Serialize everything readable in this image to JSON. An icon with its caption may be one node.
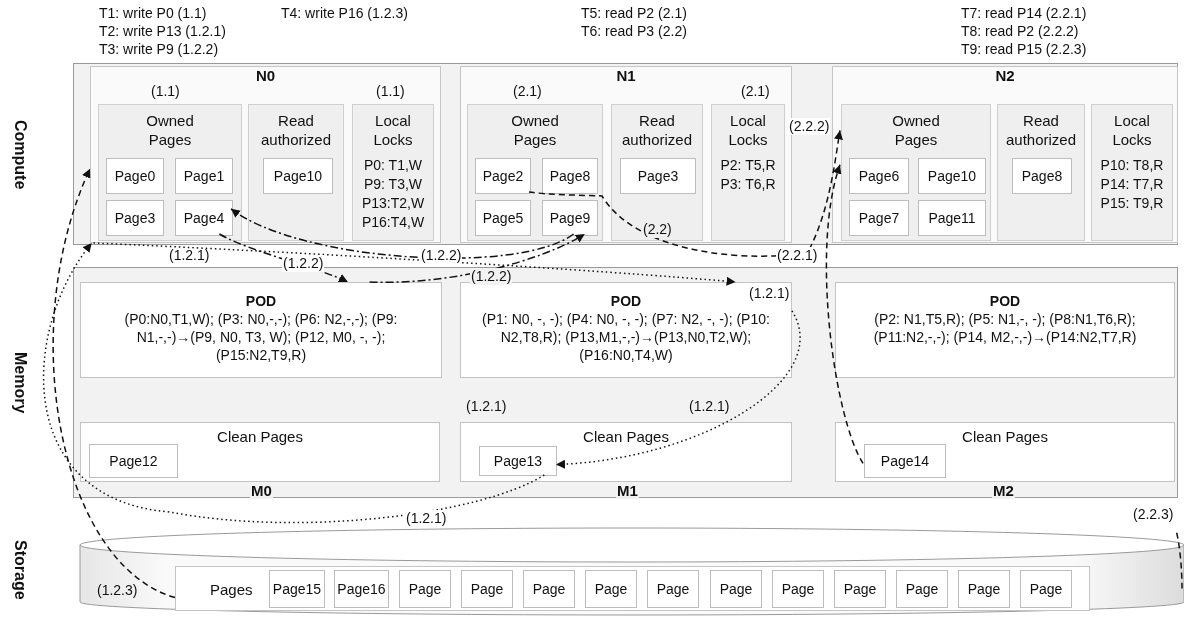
{
  "diagram": {
    "nodes": [
      {
        "text": [
          "Compute"
        ]
      },
      {
        "text": [
          "N0"
        ],
        "in": 0
      },
      {
        "text": [
          "Owned Pages"
        ],
        "in": 1
      },
      {
        "text": [
          "Page0"
        ],
        "in": 2
      },
      {
        "text": [
          "Page1"
        ],
        "in": 2
      },
      {
        "text": [
          "Page3"
        ],
        "in": 2
      },
      {
        "text": [
          "Page4"
        ],
        "in": 2
      },
      {
        "text": [
          "Read authorized"
        ],
        "in": 1
      },
      {
        "text": [
          "Page10"
        ],
        "in": 7
      },
      {
        "text": [
          "Local Locks",
          "P0: T1,W",
          "P9: T3,W",
          "P13:T2,W",
          "P16:T4,W"
        ],
        "in": 1
      },
      {
        "text": [
          "N1"
        ],
        "in": 0
      },
      {
        "text": [
          "Owned Pages"
        ],
        "in": 10
      },
      {
        "text": [
          "Page2"
        ],
        "in": 11
      },
      {
        "text": [
          "Page8"
        ],
        "in": 11
      },
      {
        "text": [
          "Page5"
        ],
        "in": 11
      },
      {
        "text": [
          "Page9"
        ],
        "in": 11
      },
      {
        "text": [
          "Read authorized"
        ],
        "in": 10
      },
      {
        "text": [
          "Page3"
        ],
        "in": 16
      },
      {
        "text": [
          "Local Locks",
          "P2: T5,R",
          "P3: T6,R"
        ],
        "in": 10
      },
      {
        "text": [
          "N2"
        ],
        "in": 0
      },
      {
        "text": [
          "Owned Pages"
        ],
        "in": 19
      },
      {
        "text": [
          "Page6"
        ],
        "in": 20
      },
      {
        "text": [
          "Page10"
        ],
        "in": 20
      },
      {
        "text": [
          "Page7"
        ],
        "in": 20
      },
      {
        "text": [
          "Page11"
        ],
        "in": 20
      },
      {
        "text": [
          "Read authorized"
        ],
        "in": 19
      },
      {
        "text": [
          "Page8"
        ],
        "in": 25
      },
      {
        "text": [
          "Local Locks",
          "P10: T8,R",
          "P14: T7,R",
          "P15: T9,R"
        ],
        "in": 19
      },
      {
        "text": [
          "Memory"
        ]
      },
      {
        "text": [
          "POD",
          "(P0:N0,T1,W); (P3: N0,-,-); (P6: N2,-,-); (P9: N1,-,-)→(P9, N0, T3, W); (P12, M0, -, -); (P15:N2,T9,R)"
        ],
        "in": 28
      },
      {
        "text": [
          "Clean Pages"
        ],
        "in": 28
      },
      {
        "text": [
          "Page12"
        ],
        "in": 30
      },
      {
        "text": [
          "POD",
          "(P1: N0, -, -); (P4: N0, -, -); (P7: N2, -, -); (P10: N2,T8,R); (P13,M1,-,-)→(P13,N0,T2,W); (P16:N0,T4,W)"
        ],
        "in": 28
      },
      {
        "text": [
          "Clean Pages"
        ],
        "in": 28
      },
      {
        "text": [
          "Page13"
        ],
        "in": 33
      },
      {
        "text": [
          "POD",
          "(P2: N1,T5,R); (P5: N1,-, -); (P8:N1,T6,R); (P11:N2,-,-); (P14, M2,-,-)→(P14:N2,T7,R)"
        ],
        "in": 28
      },
      {
        "text": [
          "Clean Pages"
        ],
        "in": 28
      },
      {
        "text": [
          "Page14"
        ],
        "in": 36
      },
      {
        "text": [
          "Storage"
        ]
      },
      {
        "text": [
          "Pages"
        ],
        "in": 38
      },
      {
        "text": [
          "Page15"
        ],
        "in": 39
      },
      {
        "text": [
          "Page16"
        ],
        "in": 39
      },
      {
        "text": [
          "Page"
        ],
        "in": 39
      },
      {
        "text": [
          "Page"
        ],
        "in": 39
      },
      {
        "text": [
          "Page"
        ],
        "in": 39
      },
      {
        "text": [
          "Page"
        ],
        "in": 39
      },
      {
        "text": [
          "Page"
        ],
        "in": 39
      },
      {
        "text": [
          "Page"
        ],
        "in": 39
      },
      {
        "text": [
          "Page"
        ],
        "in": 39
      },
      {
        "text": [
          "Page"
        ],
        "in": 39
      },
      {
        "text": [
          "Page"
        ],
        "in": 39
      },
      {
        "text": [
          "Page"
        ],
        "in": 39
      },
      {
        "text": [
          "Page"
        ],
        "in": 39
      }
    ],
    "edges": [
      {
        "from": 39,
        "to": 1,
        "arrow": "to",
        "label": "(1.2.3)",
        "style": "dashed"
      },
      {
        "from": 38,
        "to": null,
        "arrow": "none",
        "label": "(2.2.3)",
        "style": "dashed"
      },
      {
        "from": 37,
        "to": 20,
        "arrow": "to",
        "label": "(2.2.1)",
        "style": "dashed"
      },
      {
        "from": 12,
        "to": 20,
        "arrow": "to",
        "label": "(2.2.2)",
        "style": "dashed"
      },
      {
        "from": 15,
        "to": 6,
        "arrow": "to",
        "label": "(1.2.2)",
        "style": "dashed"
      },
      {
        "from": 6,
        "to": 29,
        "arrow": "to",
        "label": "(1.2.2)",
        "style": "dashed"
      },
      {
        "from": 29,
        "to": 15,
        "arrow": "to",
        "label": "(1.2.2)",
        "style": "dashed"
      },
      {
        "from": 1,
        "to": 32,
        "arrow": "to",
        "label": "(1.2.1)",
        "style": "dashed"
      },
      {
        "from": 32,
        "to": 34,
        "arrow": "to",
        "label": "(1.2.1)",
        "style": "dashed"
      },
      {
        "from": 34,
        "to": 1,
        "arrow": "to",
        "label": "(1.2.1)",
        "style": "dashed"
      }
    ],
    "labels": [
      "T1: write P0 (1.1)",
      "T4: write P16 (1.2.3)",
      "T5: read P2 (2.1)",
      "T7: read P14 (2.2.1)",
      "T2: write P13 (1.2.1)",
      "T6: read P3 (2.2)",
      "T8: read P2 (2.2.2)",
      "T3: write P9 (1.2.2)",
      "T9: read P15 (2.2.3)",
      "(1.1)",
      "(1.1)",
      "(2.1)",
      "(2.1)",
      "(2.2)",
      "(1.2.1)",
      "(1.2.1)",
      "M0",
      "M1",
      "M2"
    ]
  }
}
